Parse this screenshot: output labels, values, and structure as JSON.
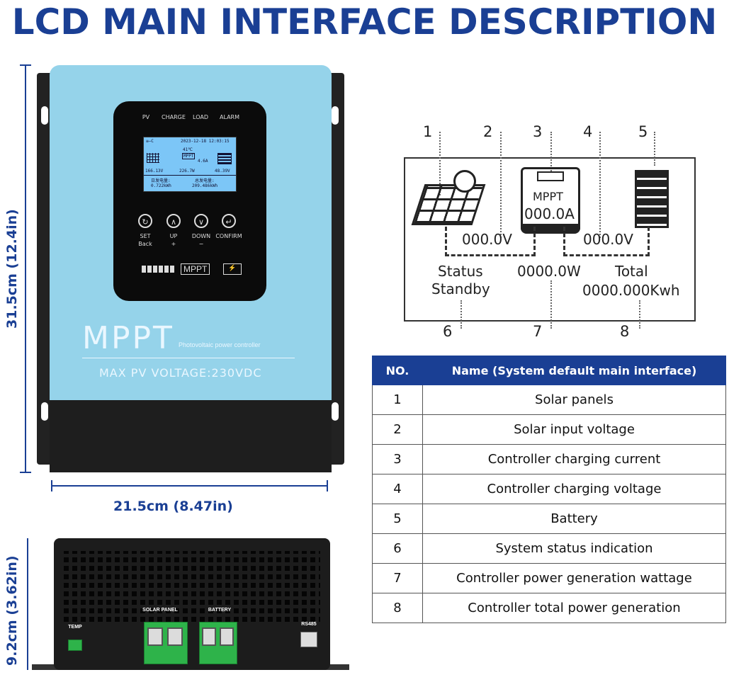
{
  "title": "LCD MAIN INTERFACE DESCRIPTION",
  "dimensions": {
    "height": "31.5cm (12.4in)",
    "width": "21.5cm (8.47in)",
    "depth": "9.2cm (3.62in)"
  },
  "device": {
    "indicators": [
      "PV",
      "CHARGE",
      "LOAD",
      "ALARM"
    ],
    "screen": {
      "date": "2023-12-18 12:03:15",
      "temp": "41℃",
      "mppt": "MPPT",
      "pv_voltage": "166.13V",
      "power": "226.7W",
      "current": "4.6A",
      "battery_voltage": "48.39V",
      "day_label": "日发电量:",
      "day_value": "0.722kWh",
      "total_label": "总发电量:",
      "total_value": "209.486kWh",
      "header_left": "≡—C"
    },
    "buttons": [
      {
        "icon": "↻",
        "label": "SET",
        "sub": "Back"
      },
      {
        "icon": "∧",
        "label": "UP",
        "sub": "+"
      },
      {
        "icon": "∨",
        "label": "DOWN",
        "sub": "−"
      },
      {
        "icon": "↵",
        "label": "CONFIRM",
        "sub": ""
      }
    ],
    "flow_label": "MPPT",
    "brand": "MPPT",
    "brand_sub": "Photovoltaic power controller",
    "max_pv": "MAX  PV  VOLTAGE:230VDC"
  },
  "side_view": {
    "temp_label": "TEMP",
    "solar_label": "SOLAR PANEL",
    "battery_label": "BATTERY",
    "rs_label": "RS485"
  },
  "diagram": {
    "top_numbers": [
      "1",
      "2",
      "3",
      "4",
      "5"
    ],
    "bottom_numbers": [
      "6",
      "7",
      "8"
    ],
    "mppt_label": "MPPT",
    "current": "000.0A",
    "pv_voltage": "000.0V",
    "bat_voltage": "000.0V",
    "status_label": "Status",
    "status_value": "Standby",
    "power": "0000.0W",
    "total_label": "Total",
    "total_value": "0000.000Kwh"
  },
  "table": {
    "headers": [
      "NO.",
      "Name (System default main interface)"
    ],
    "rows": [
      {
        "no": "1",
        "name": "Solar panels"
      },
      {
        "no": "2",
        "name": "Solar input voltage"
      },
      {
        "no": "3",
        "name": "Controller charging current"
      },
      {
        "no": "4",
        "name": "Controller charging voltage"
      },
      {
        "no": "5",
        "name": "Battery"
      },
      {
        "no": "6",
        "name": "System status indication"
      },
      {
        "no": "7",
        "name": "Controller power generation wattage"
      },
      {
        "no": "8",
        "name": "Controller total power generation"
      }
    ]
  },
  "colors": {
    "accent": "#1a3f94",
    "device_blue": "#95d3ea",
    "terminal_green": "#2eb34a"
  }
}
